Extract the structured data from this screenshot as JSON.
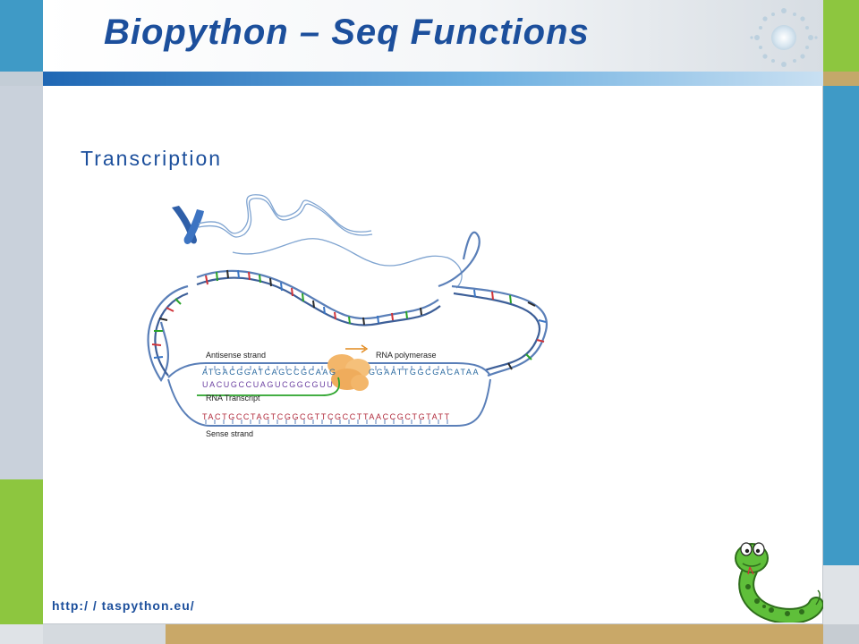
{
  "slide": {
    "title": "Biopython – Seq Functions",
    "subtitle": "Transcription",
    "footer_url": "http:/ / taspython.eu/"
  },
  "diagram": {
    "antisense_label": "Antisense strand",
    "rna_polymerase_label": "RNA polymerase",
    "rna_transcript_label": "RNA Transcript",
    "sense_label": "Sense strand",
    "antisense_seq_left": "ATGACGGATCAGCCGCAAG",
    "antisense_seq_right": "GGAATTGGCGACATAA",
    "rna_seq": "UACUGCCUAGUCGGCGUU",
    "sense_seq": "TACTGCCTAGTCGGCGTTCGCCTTAACCGCTGTATT"
  },
  "colors": {
    "title": "#1c4f9c",
    "dna_backbone": "#5a7fb8",
    "base_A": "#2aa32a",
    "base_T": "#d1343a",
    "base_G": "#2b2b2b",
    "base_C": "#3a75c4",
    "polymerase": "#f3b66a",
    "mascot_green": "#5fbf3a"
  },
  "icons": {
    "logo": "sunburst-logo-icon",
    "mascot": "snake-mascot-icon",
    "chromosome": "chromosome-icon"
  }
}
